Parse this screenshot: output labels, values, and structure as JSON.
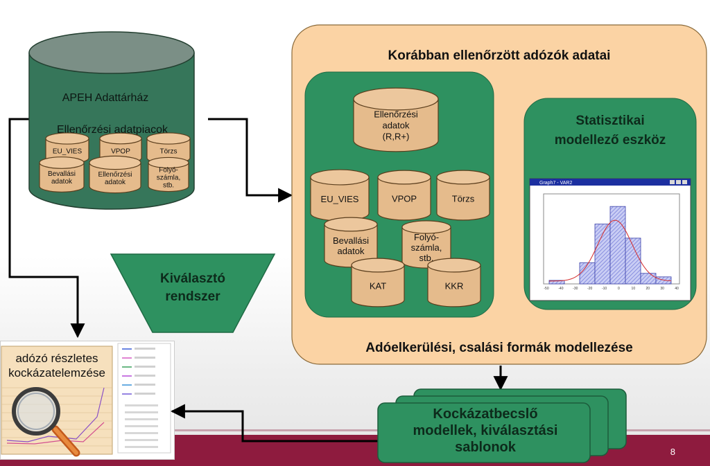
{
  "warehouse": {
    "title": "APEH Adattárház",
    "subtitle": "Ellenőrzési adatpiacok",
    "cylinders": [
      "EU_VIES",
      "VPOP",
      "Törzs",
      "Bevallási\nadatok",
      "Ellenőrzési\nadatok",
      "Folyó-\nszámla,\nstb."
    ]
  },
  "funnel": {
    "label": "Kiválasztó\nrendszer"
  },
  "panel": {
    "title": "Korábban ellenőrzött adózók adatai",
    "footer": "Adóelkerülési, csalási formák modellezése"
  },
  "data_box": {
    "top": "Ellenőrzési\nadatok\n(R,R+)",
    "cylinders": [
      "EU_VIES",
      "VPOP",
      "Törzs",
      "Bevallási\nadatok",
      "Folyó-\nszámla,\nstb.",
      "KAT",
      "KKR"
    ]
  },
  "stat_box": {
    "title": "Statisztikai\nmodellező eszköz",
    "window_title": "Graph7 - VAR2",
    "histogram": [
      1,
      0,
      6,
      17,
      22,
      13,
      3,
      2
    ],
    "xticks": [
      "-50",
      "-40",
      "-30",
      "-20",
      "-10",
      "0",
      "10",
      "20",
      "30",
      "40"
    ]
  },
  "risk_stack": {
    "label": "Kockázatbecslő\nmodellek, kiválasztási\nsablonok"
  },
  "analysis": {
    "label": "adózó részletes\nkockázatelemzése"
  },
  "page_number": "8",
  "colors": {
    "panel": "#fbd3a4",
    "green": "#2e9160",
    "cylinder": "#e5bb8c",
    "warehouse": "#36765a",
    "band": "#8e1b3e"
  }
}
